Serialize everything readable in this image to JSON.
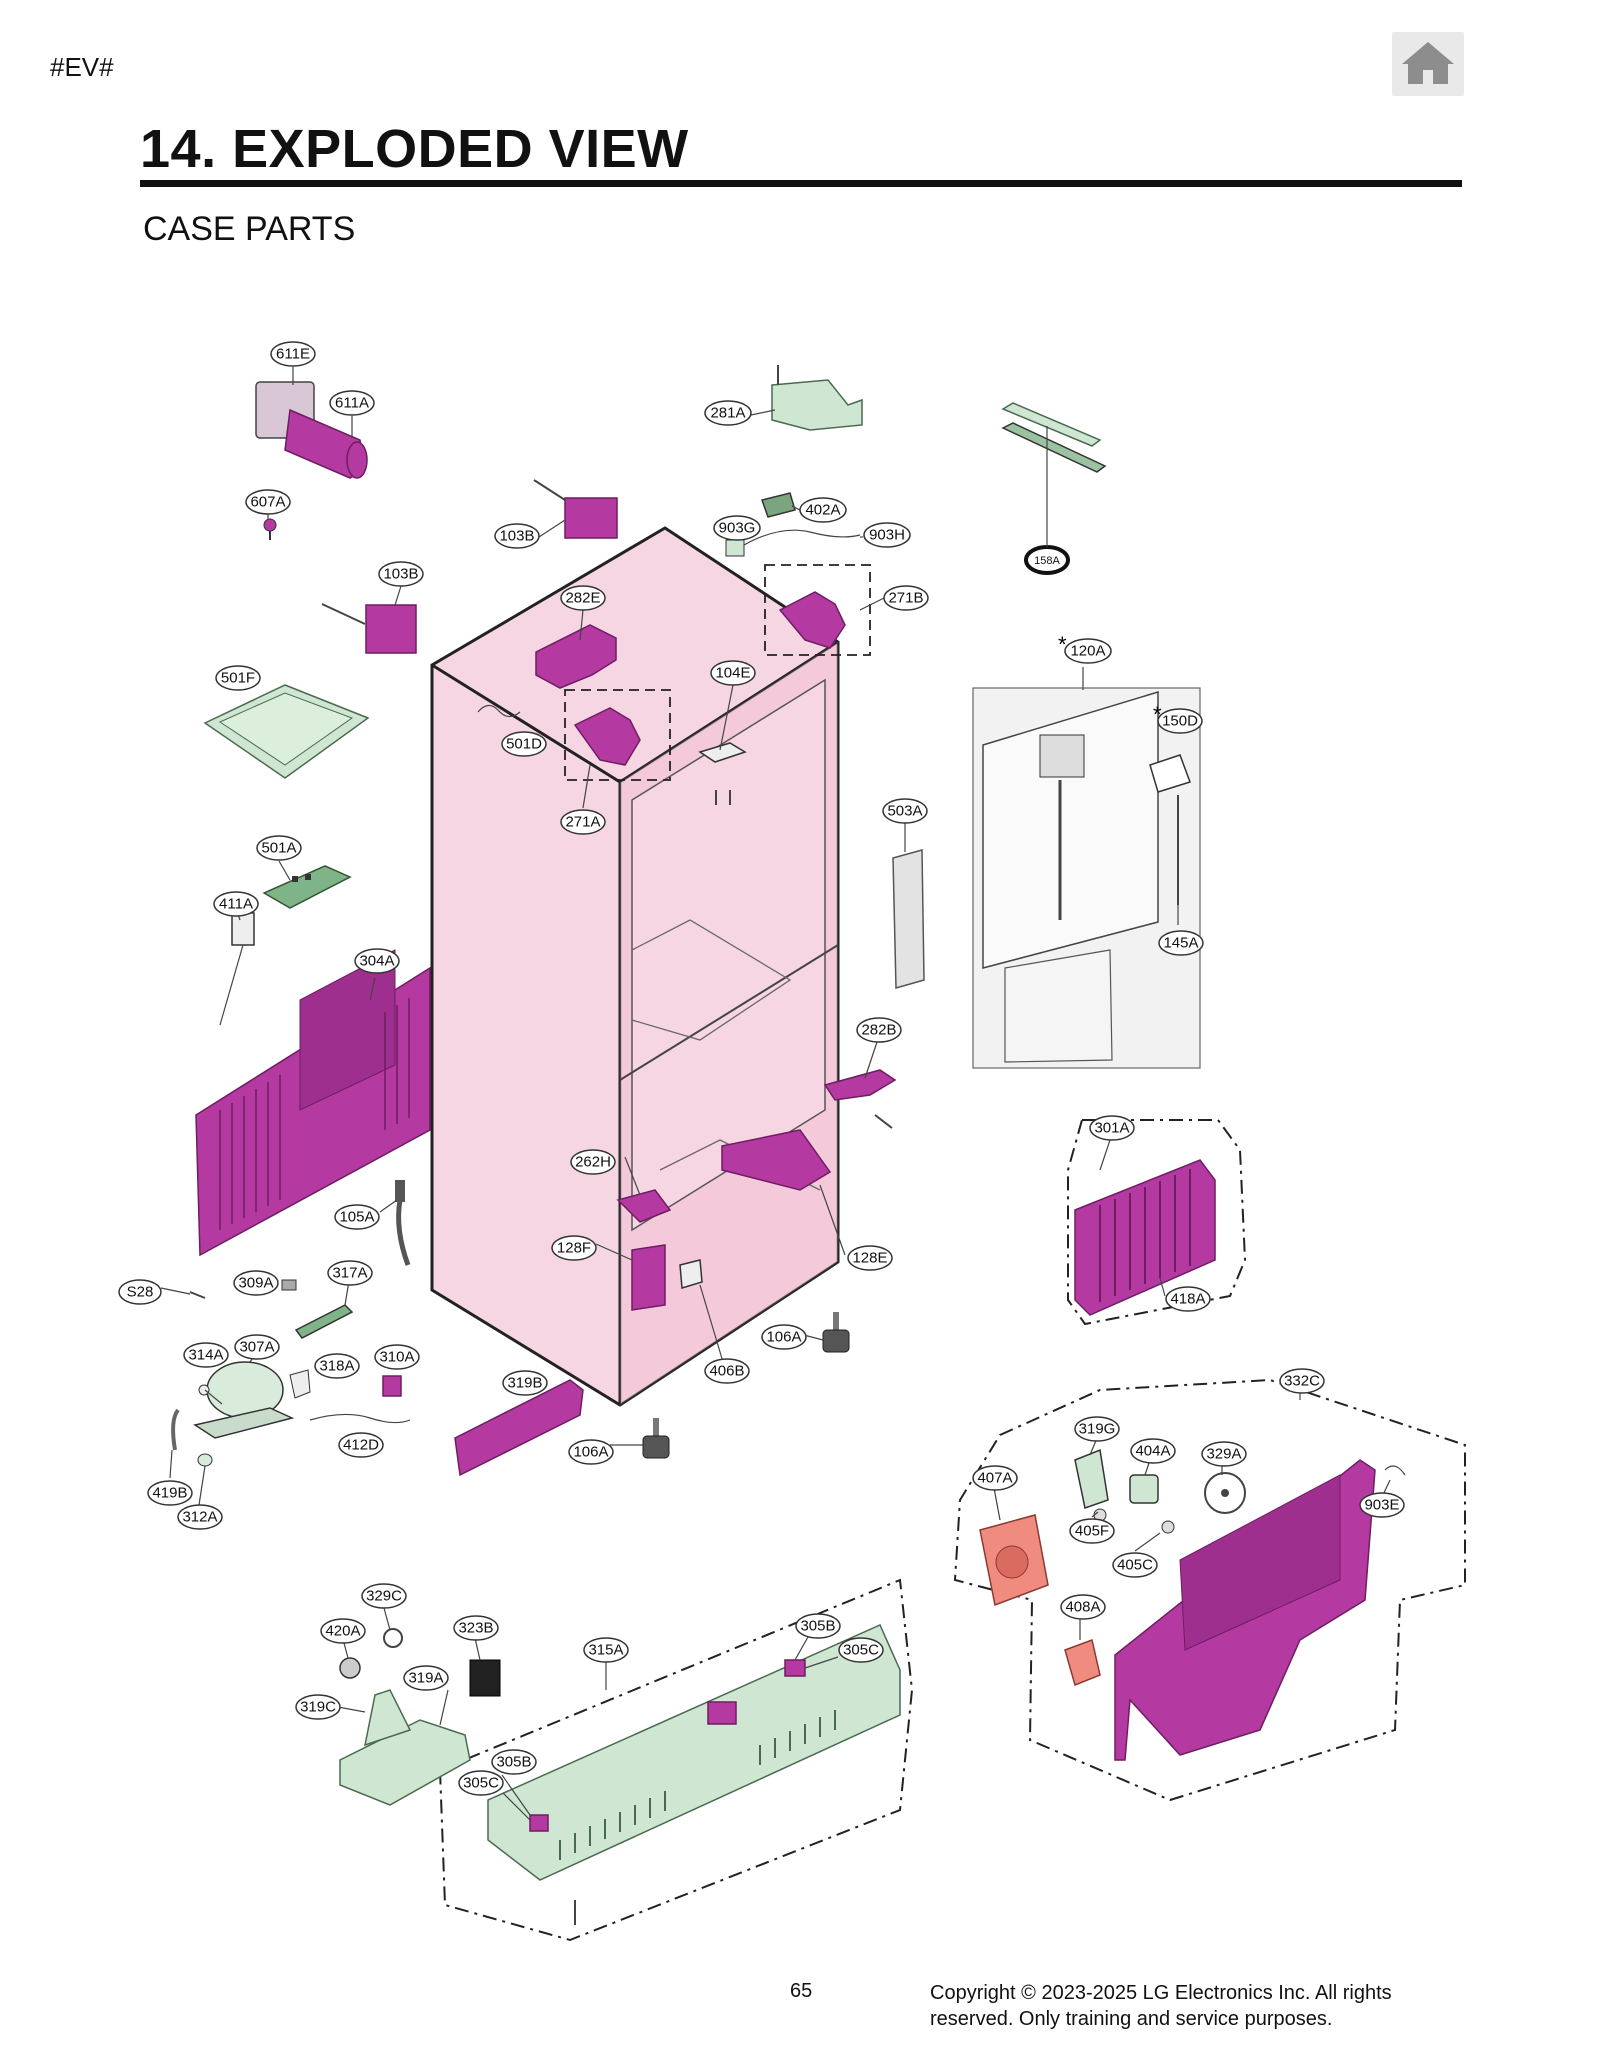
{
  "header": {
    "tag": "#EV#",
    "home_icon": "home-icon",
    "title": "14. EXPLODED VIEW",
    "subtitle": "CASE PARTS"
  },
  "footer": {
    "page_number": "65",
    "copyright": "Copyright © 2023-2025 LG Electronics Inc. All rights reserved. Only training and service purposes."
  },
  "part_labels": {
    "p611E": "611E",
    "p611A": "611A",
    "p607A": "607A",
    "p281A": "281A",
    "p402A": "402A",
    "p903G": "903G",
    "p903H": "903H",
    "p158A": "158A",
    "p103B_a": "103B",
    "p103B_b": "103B",
    "p282E": "282E",
    "p271B": "271B",
    "p120A": "120A",
    "p150D": "150D",
    "p501F": "501F",
    "p501D": "501D",
    "p104E": "104E",
    "p271A": "271A",
    "p503A": "503A",
    "p501A": "501A",
    "p411A": "411A",
    "p304A": "304A",
    "p145A": "145A",
    "p282B": "282B",
    "p301A": "301A",
    "p262H": "262H",
    "p105A": "105A",
    "p128F": "128F",
    "p128E": "128E",
    "p418A": "418A",
    "pS28": "S28",
    "p309A": "309A",
    "p317A": "317A",
    "p106A_a": "106A",
    "p314A": "314A",
    "p307A": "307A",
    "p318A": "318A",
    "p310A": "310A",
    "p319B": "319B",
    "p406B": "406B",
    "p332C": "332C",
    "p412D": "412D",
    "p106A_b": "106A",
    "p319G": "319G",
    "p404A": "404A",
    "p329A": "329A",
    "p407A": "407A",
    "p419B": "419B",
    "p312A": "312A",
    "p405F": "405F",
    "p903E": "903E",
    "p405C": "405C",
    "p329C": "329C",
    "p408A": "408A",
    "p420A": "420A",
    "p323B": "323B",
    "p305B_a": "305B",
    "p315A": "315A",
    "p305C_a": "305C",
    "p319A": "319A",
    "p319C": "319C",
    "p305B_b": "305B",
    "p305C_b": "305C"
  },
  "star_marks": {
    "s1": "*",
    "s2": "*"
  },
  "colors": {
    "cabinet_pink": "#f7d6e3",
    "part_magenta": "#b43aa2",
    "part_mint": "#cfe6d2",
    "part_salmon": "#f08b80"
  }
}
